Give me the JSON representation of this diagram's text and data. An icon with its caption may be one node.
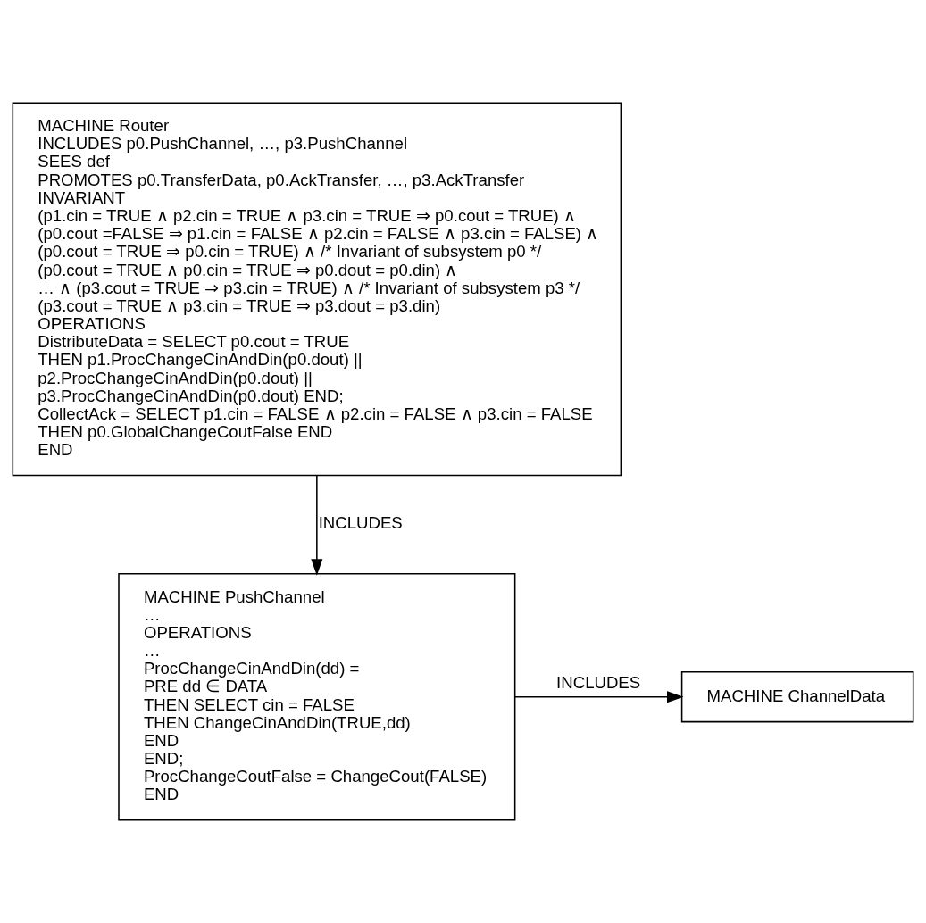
{
  "diagram": {
    "nodes": [
      {
        "text": [
          "MACHINE Router",
          "INCLUDES p0.PushChannel, …, p3.PushChannel",
          "SEES def",
          "PROMOTES p0.TransferData, p0.AckTransfer, …, p3.AckTransfer",
          "INVARIANT",
          "(p1.cin = TRUE ∧ p2.cin = TRUE ∧ p3.cin = TRUE ⇒ p0.cout = TRUE) ∧",
          "(p0.cout =FALSE ⇒ p1.cin = FALSE ∧ p2.cin = FALSE ∧ p3.cin = FALSE) ∧",
          "(p0.cout = TRUE ⇒ p0.cin = TRUE) ∧ /* Invariant of subsystem p0 */",
          "(p0.cout = TRUE ∧ p0.cin = TRUE ⇒ p0.dout = p0.din) ∧",
          "… ∧ (p3.cout = TRUE ⇒ p3.cin = TRUE) ∧ /* Invariant of subsystem p3 */",
          "(p3.cout = TRUE ∧ p3.cin = TRUE ⇒ p3.dout = p3.din)",
          "OPERATIONS",
          "DistributeData = SELECT p0.cout = TRUE",
          "THEN p1.ProcChangeCinAndDin(p0.dout) ||",
          "p2.ProcChangeCinAndDin(p0.dout) ||",
          "p3.ProcChangeCinAndDin(p0.dout) END;",
          "CollectAck = SELECT p1.cin = FALSE ∧ p2.cin = FALSE ∧ p3.cin = FALSE",
          "THEN p0.GlobalChangeCoutFalse END",
          "END"
        ]
      },
      {
        "text": [
          "MACHINE PushChannel",
          "…",
          "OPERATIONS",
          "…",
          "ProcChangeCinAndDin(dd) =",
          "PRE dd ∈ DATA",
          "THEN SELECT cin = FALSE",
          "THEN ChangeCinAndDin(TRUE,dd)",
          "END",
          "END;",
          "ProcChangeCoutFalse = ChangeCout(FALSE)",
          "END"
        ]
      },
      {
        "text": [
          "MACHINE ChannelData"
        ]
      }
    ],
    "edges": [
      {
        "from": 0,
        "to": 1,
        "arrow": "to",
        "label": "INCLUDES"
      },
      {
        "from": 1,
        "to": 2,
        "arrow": "to",
        "label": "INCLUDES"
      }
    ]
  }
}
